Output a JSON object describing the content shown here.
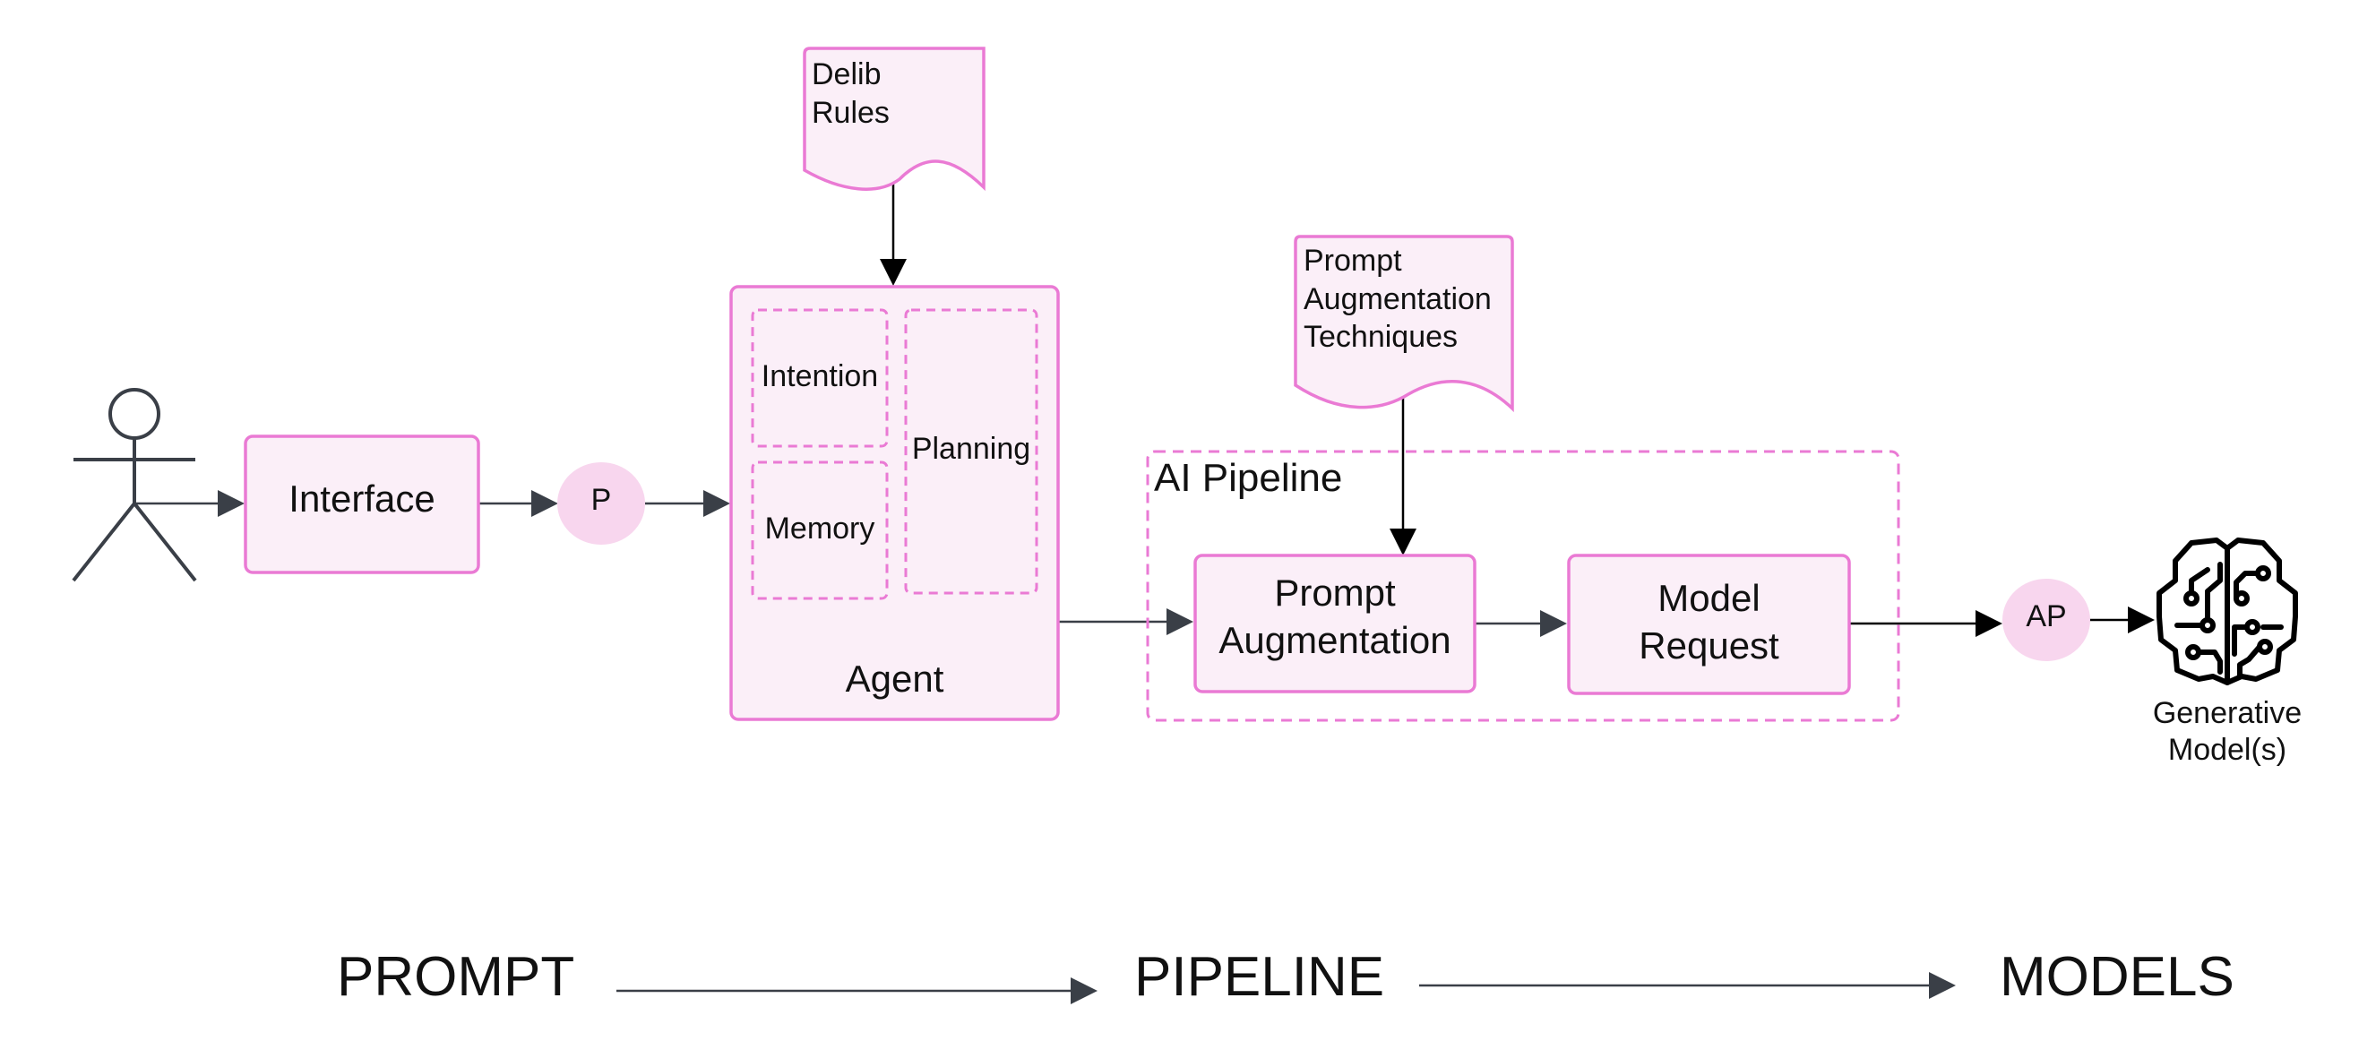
{
  "colors": {
    "box_fill": "#fbeff8",
    "box_stroke": "#ea7ad4",
    "circle_fill": "#f8d6ee",
    "arrow": "#3a3f47",
    "text": "#111111"
  },
  "icons": [
    "stick-figure-icon",
    "brain-circuit-icon"
  ],
  "nodes": {
    "interface": "Interface",
    "prompt_badge": "P",
    "agent": "Agent",
    "intention": "Intention",
    "memory": "Memory",
    "planning": "Planning",
    "delib_rules": "Delib\nRules",
    "prompt_aug_techniques": "Prompt\nAugmentation\nTechniques",
    "ai_pipeline": "AI Pipeline",
    "prompt_augmentation": "Prompt\nAugmentation",
    "model_request": "Model\nRequest",
    "ap_badge": "AP",
    "generative_models": "Generative\nModel(s)"
  },
  "stages": [
    "PROMPT",
    "PIPELINE",
    "MODELS"
  ]
}
